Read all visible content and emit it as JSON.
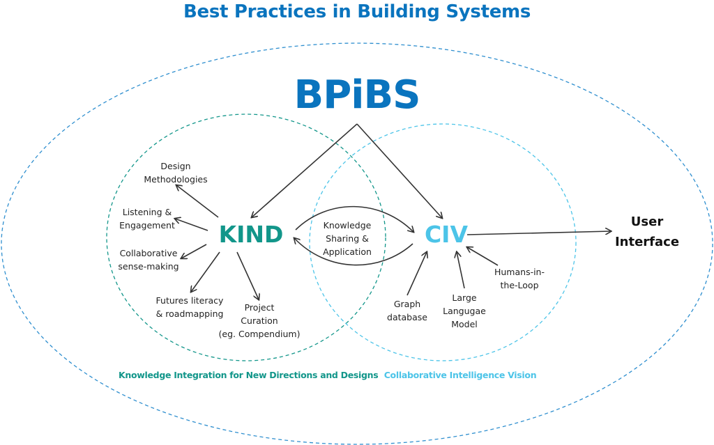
{
  "colors": {
    "primary_blue": "#0A74BE",
    "kind_teal": "#12968A",
    "civ_cyan": "#4CC4E8",
    "arrow": "#333333",
    "text": "#222222"
  },
  "title": "Best Practices in Building Systems",
  "brand": "BPiBS",
  "kind": {
    "label": "KIND",
    "caption": "Knowledge Integration for New Directions and Designs",
    "items": [
      {
        "line1": "Design",
        "line2": "Methodologies"
      },
      {
        "line1": "Listening &",
        "line2": "Engagement"
      },
      {
        "line1": "Collaborative",
        "line2": "sense-making"
      },
      {
        "line1": "Futures literacy",
        "line2": "& roadmapping"
      },
      {
        "line1": "Project",
        "line2": "Curation",
        "line3": "(eg. Compendium)"
      }
    ]
  },
  "civ": {
    "label": "CIV",
    "caption": "Collaborative Intelligence Vision",
    "items": [
      {
        "line1": "Graph",
        "line2": "database"
      },
      {
        "line1": "Large",
        "line2": "Langugae",
        "line3": "Model"
      },
      {
        "line1": "Humans-in-",
        "line2": "the-Loop"
      }
    ]
  },
  "exchange": {
    "line1": "Knowledge",
    "line2": "Sharing &",
    "line3": "Application"
  },
  "output": {
    "line1": "User",
    "line2": "Interface"
  }
}
